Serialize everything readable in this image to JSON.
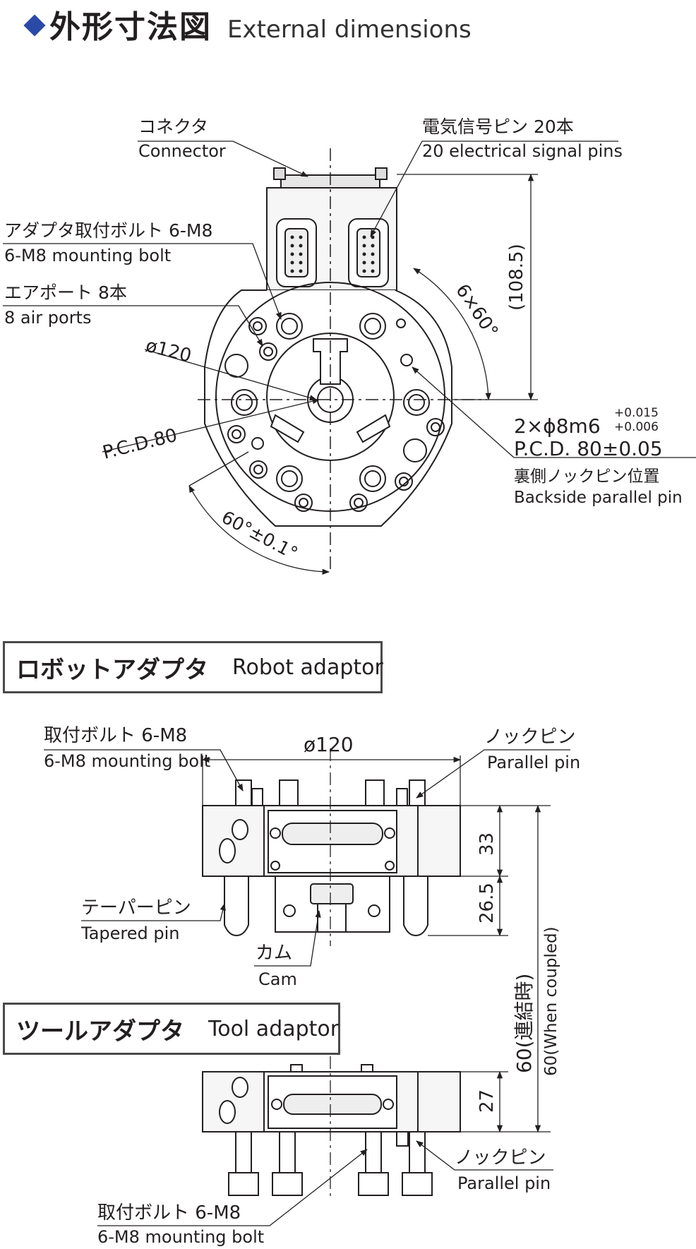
{
  "header": {
    "title_jp": "外形寸法図",
    "title_en": "External dimensions"
  },
  "top_view": {
    "connector": {
      "jp": "コネクタ",
      "en": "Connector"
    },
    "signal_pins": {
      "jp": "電気信号ピン 20本",
      "en": "20 electrical signal pins"
    },
    "mounting_bolt": {
      "jp": "アダプタ取付ボルト 6-M8",
      "en": "6-M8 mounting bolt"
    },
    "air_ports": {
      "jp": "エアポート 8本",
      "en": "8 air ports"
    },
    "dia": "ø120",
    "pcd": "P.C.D.80",
    "angle_6x60": "6×60°",
    "height": "(108.5)",
    "pin_spec": "2×ϕ8m6",
    "tol_upper": "+0.015",
    "tol_lower": "+0.006",
    "pcd_tol": "P.C.D. 80±0.05",
    "backside_pin": {
      "jp": "裏側ノックピン位置",
      "en": "Backside parallel pin"
    },
    "angle_60": "60°±0.1°"
  },
  "robot_adaptor": {
    "title_jp": "ロボットアダプタ",
    "title_en": "Robot adaptor",
    "mounting_bolt": {
      "jp": "取付ボルト 6-M8",
      "en": "6-M8 mounting bolt"
    },
    "dia": "ø120",
    "parallel_pin": {
      "jp": "ノックピン",
      "en": "Parallel pin"
    },
    "dim_33": "33",
    "dim_26_5": "26.5",
    "tapered_pin": {
      "jp": "テーパーピン",
      "en": "Tapered pin"
    },
    "cam": {
      "jp": "カム",
      "en": "Cam"
    },
    "coupled_jp": "60(連結時)",
    "coupled_en": "60(When coupled)"
  },
  "tool_adaptor": {
    "title_jp": "ツールアダプタ",
    "title_en": "Tool adaptor",
    "dim_27": "27",
    "parallel_pin": {
      "jp": "ノックピン",
      "en": "Parallel pin"
    },
    "mounting_bolt": {
      "jp": "取付ボルト 6-M8",
      "en": "6-M8 mounting bolt"
    }
  },
  "colors": {
    "accent": "#2b4aa8",
    "ink": "#231f20",
    "body_fill": "#f6f6f6"
  }
}
